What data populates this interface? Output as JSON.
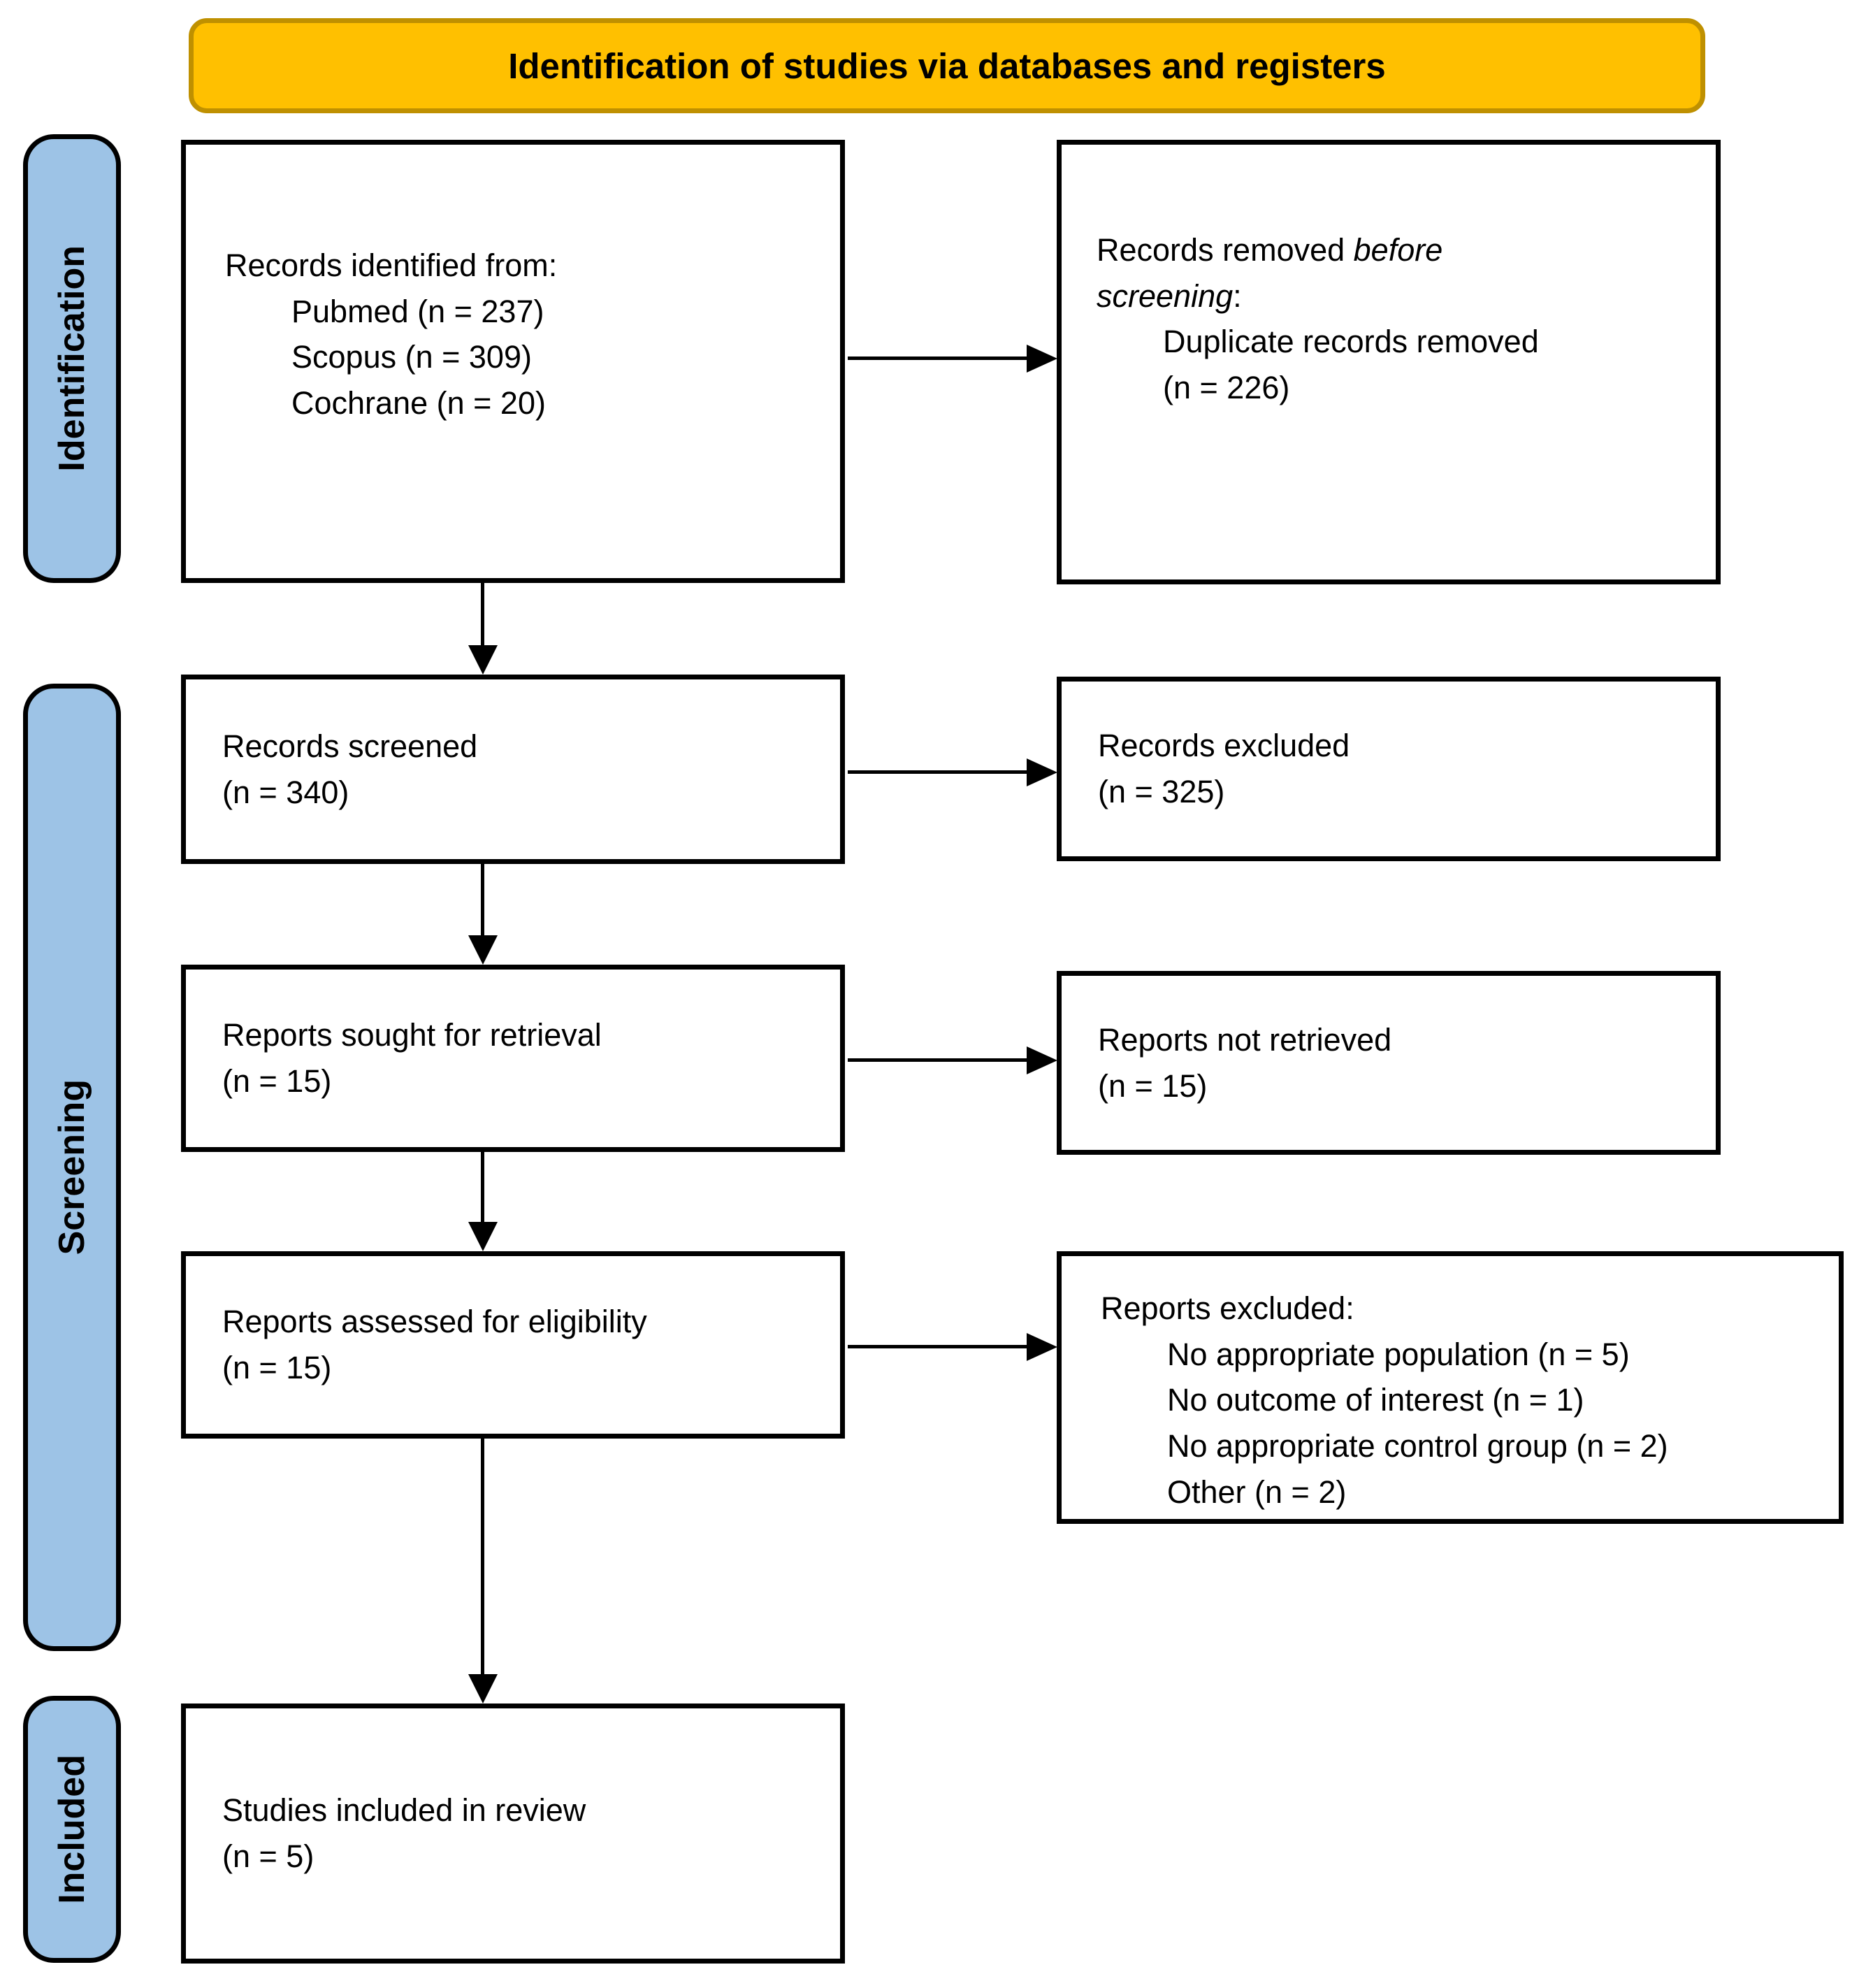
{
  "header": {
    "title": "Identification of studies via databases and registers"
  },
  "stages": {
    "identification": "Identification",
    "screening": "Screening",
    "included": "Included"
  },
  "boxes": {
    "records_identified": {
      "title": "Records identified from:",
      "items": [
        "Pubmed (n = 237)",
        "Scopus (n = 309)",
        "Cochrane (n = 20)"
      ]
    },
    "records_removed": {
      "prefix": "Records removed ",
      "italic": "before screening",
      "suffix": ":",
      "items": [
        "Duplicate records removed (n = 226)"
      ]
    },
    "records_screened": {
      "lines": [
        "Records screened",
        "(n = 340)"
      ]
    },
    "records_excluded": {
      "lines": [
        "Records excluded",
        "(n = 325)"
      ]
    },
    "reports_sought": {
      "lines": [
        "Reports sought for retrieval",
        "(n = 15)"
      ]
    },
    "reports_not_retrieved": {
      "lines": [
        "Reports not retrieved",
        "(n = 15)"
      ]
    },
    "reports_assessed": {
      "lines": [
        "Reports assessed for eligibility",
        "(n = 15)"
      ]
    },
    "reports_excluded": {
      "title": "Reports excluded:",
      "items": [
        "No appropriate population (n = 5)",
        "No outcome of interest (n = 1)",
        "No appropriate control group (n = 2)",
        "Other (n = 2)"
      ]
    },
    "studies_included": {
      "lines": [
        "Studies included in review",
        "(n = 5)"
      ]
    }
  },
  "colors": {
    "banner_fill": "#FFC000",
    "banner_border": "#BF9000",
    "stage_fill": "#9DC3E6",
    "stage_border": "#000000",
    "box_border": "#000000",
    "arrow": "#000000"
  }
}
